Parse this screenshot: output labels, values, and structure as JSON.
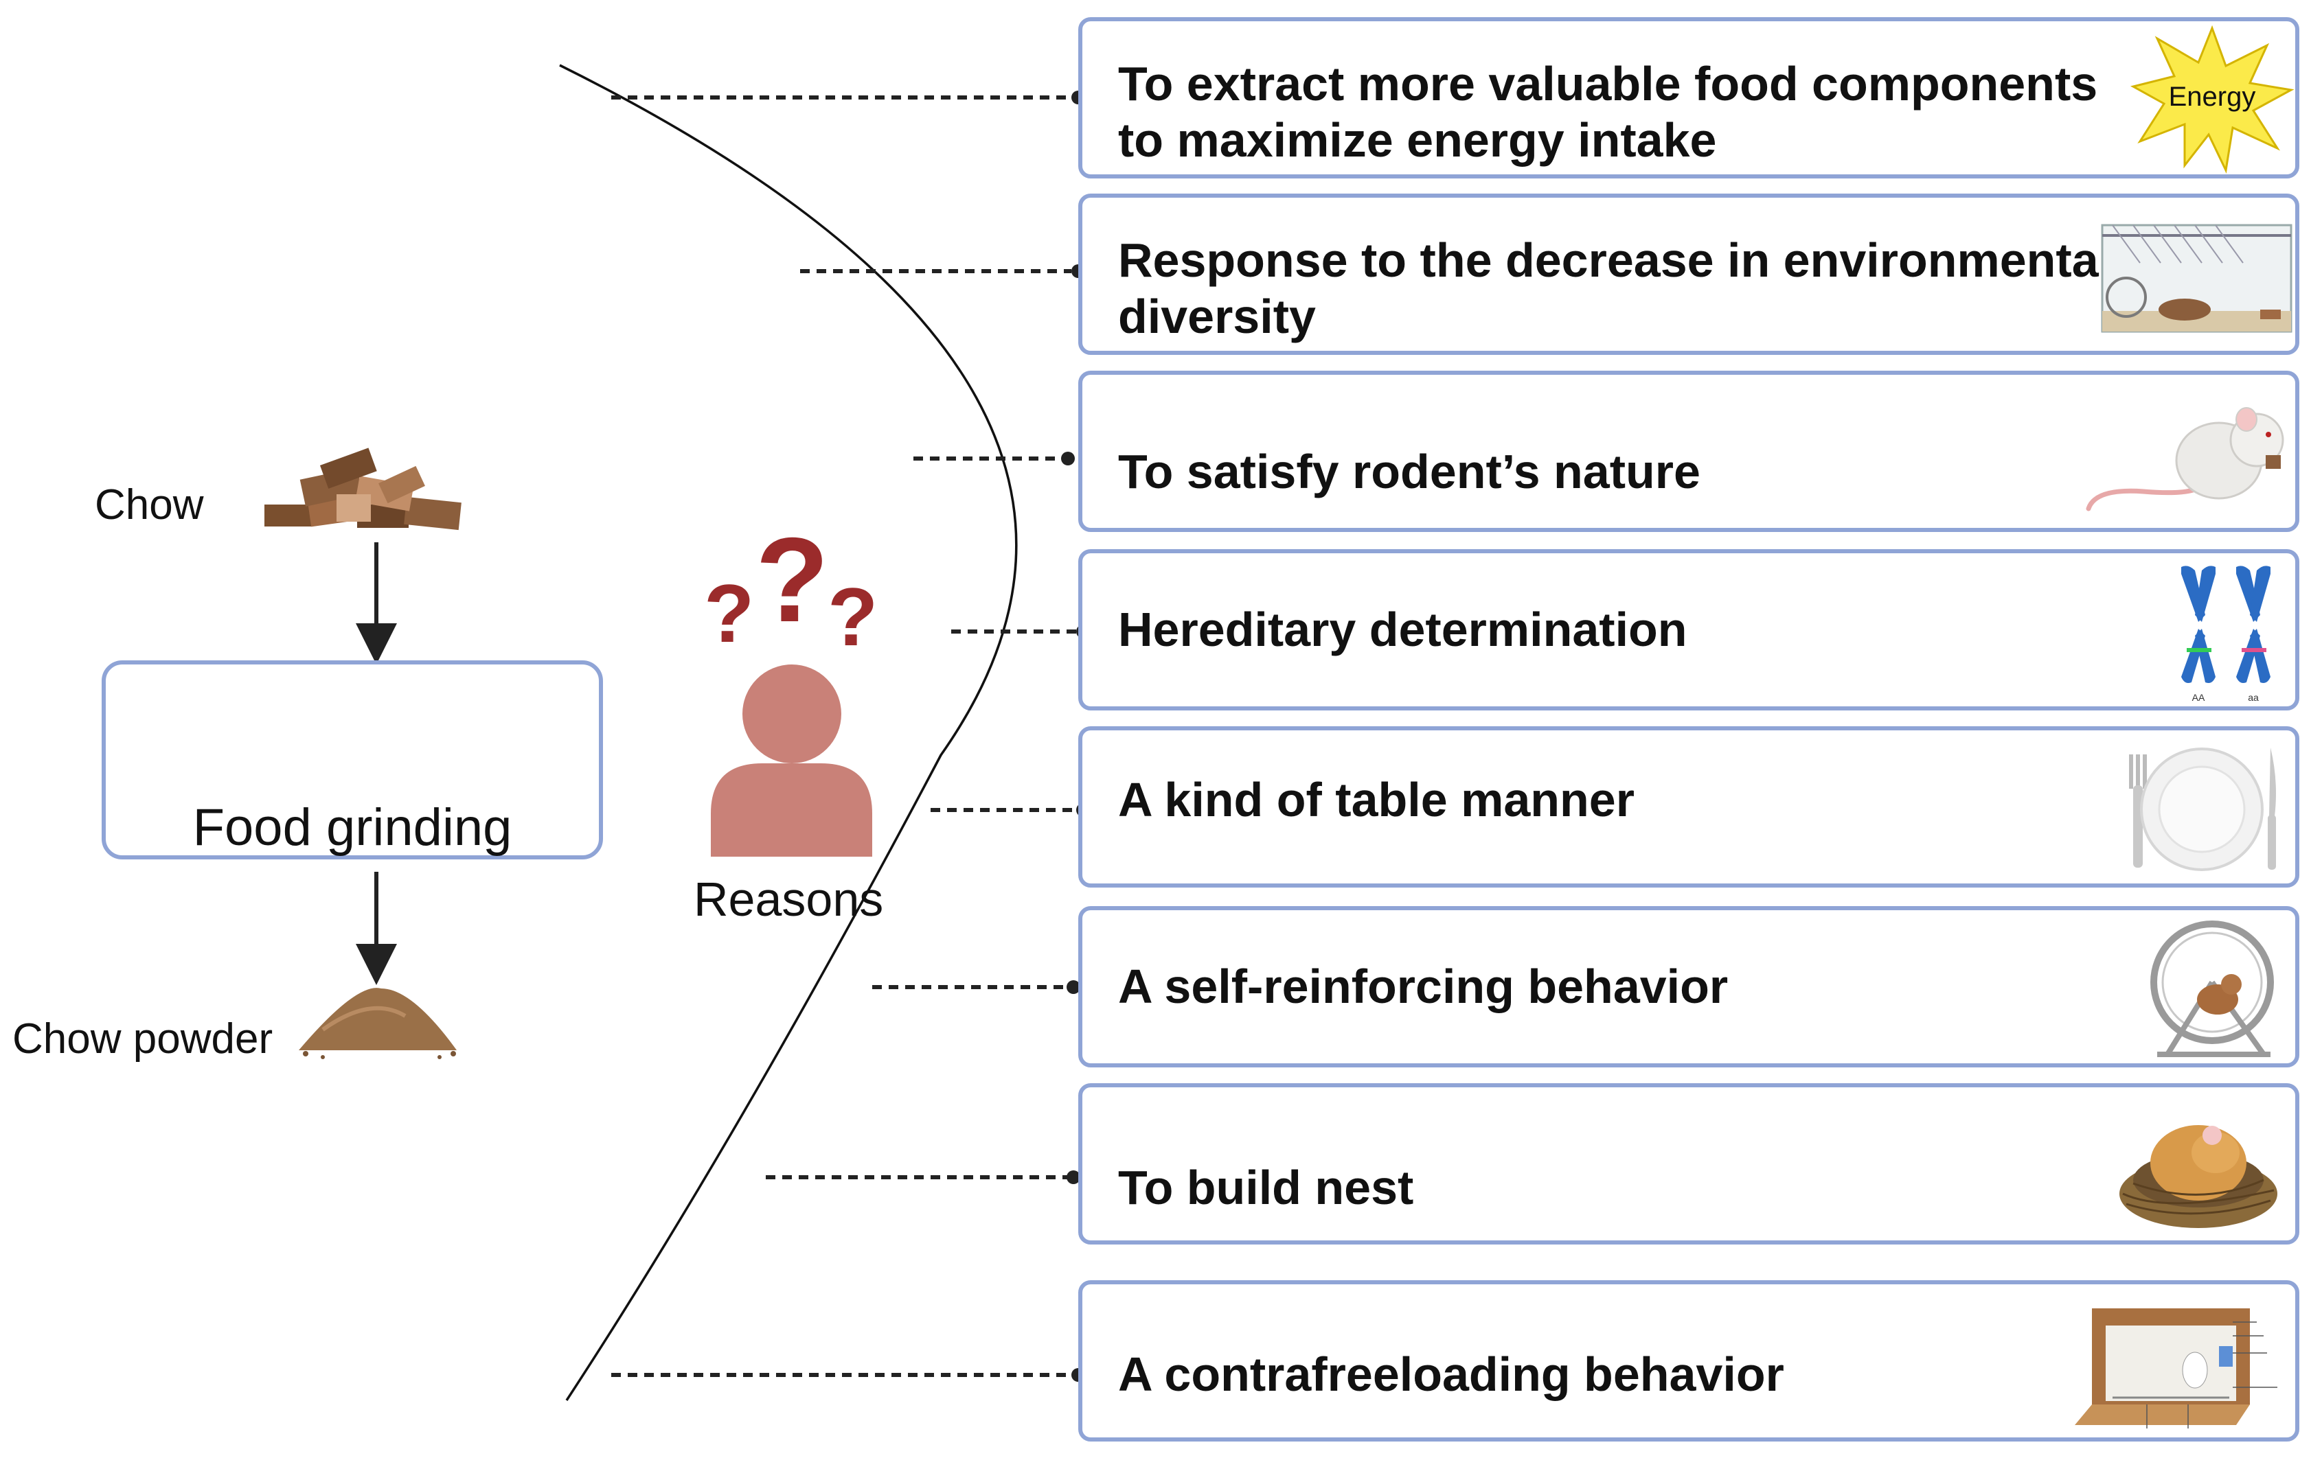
{
  "left": {
    "chow_label": "Chow",
    "food_grinding_label": "Food grinding",
    "chow_powder_label": "Chow powder"
  },
  "center": {
    "reasons_label": "Reasons"
  },
  "reasons": [
    {
      "line1": "To extract more valuable food components",
      "line2": "to maximize energy intake",
      "icon": "energy-burst-icon",
      "icon_text": "Energy"
    },
    {
      "line1": "Response to the decrease in environmental",
      "line2": "diversity",
      "icon": "rodent-cage-icon"
    },
    {
      "line1": "To satisfy rodent’s nature",
      "line2": "",
      "icon": "mouse-icon"
    },
    {
      "line1": "Hereditary determination",
      "line2": "",
      "icon": "chromosomes-icon",
      "icon_text_a": "AA",
      "icon_text_b": "aa"
    },
    {
      "line1": "A kind of table manner",
      "line2": "",
      "icon": "plate-cutlery-icon"
    },
    {
      "line1": "A self-reinforcing behavior",
      "line2": "",
      "icon": "running-wheel-icon"
    },
    {
      "line1": "To build nest",
      "line2": "",
      "icon": "nest-icon"
    },
    {
      "line1": "A contrafreeloading behavior",
      "line2": "",
      "icon": "operant-chamber-icon"
    }
  ],
  "colors": {
    "box_border": "#8fa4d6",
    "question_marks": "#9b2b2b",
    "person": "#c98178",
    "chow": "#8b5e3c",
    "powder": "#9a7048"
  }
}
